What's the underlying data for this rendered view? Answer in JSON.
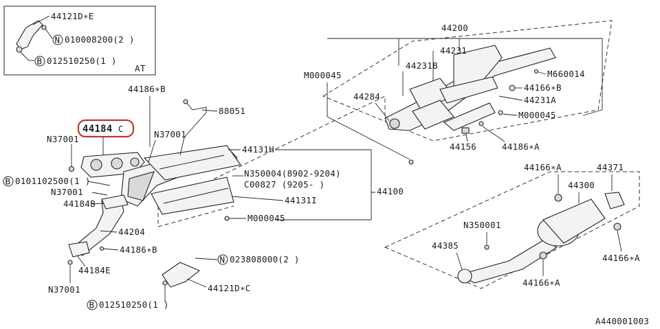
{
  "inset": {
    "labels": {
      "part_44121de": "44121D∗E",
      "nut_n010008200": "010008200(2 )",
      "bolt_b012510250": "012510250(1 )",
      "at_note": "AT"
    }
  },
  "labels": {
    "l44186b_top": "44186∗B",
    "l88051": "88051",
    "l44184c": "44184",
    "l44184c_suffix": "C",
    "l37001_left": "N37001",
    "l37001_mid": "N37001",
    "l44131h": "44131H",
    "l350004": "N350004(8902-9204)",
    "lc00827": "C00827 (9205-      )",
    "l44100": "44100",
    "l44131i": "44131I",
    "lm000045_low": "M000045",
    "lb0101102": "0101102500(1 )",
    "l37001_b": "N37001",
    "l44184b": "44184B",
    "l44204": "44204",
    "l44186b_low": "44186∗B",
    "l44184e": "44184E",
    "l37001_c": "N37001",
    "ln0238": "023808000(2 )",
    "l44121dc": "44121D∗C",
    "lb0125_low": "012510250(1 )",
    "l44200": "44200",
    "l44231": "44231",
    "l44231b": "44231B",
    "lm000045_top": "M000045",
    "l44284": "44284",
    "lm660014": "M660014",
    "l44166b": "44166∗B",
    "l44231a": "44231A",
    "lm000045_r": "M000045",
    "l44156": "44156",
    "l44186a": "44186∗A",
    "l44166a_top": "44166∗A",
    "l44371": "44371",
    "l44300": "44300",
    "ln350001": "N350001",
    "l44385": "44385",
    "l44166a_r": "44166∗A",
    "l44166a_low": "44166∗A",
    "ref_code": "A440001003"
  },
  "glyphs": {
    "nut": "N",
    "bolt": "B"
  },
  "colors": {
    "line": "#222222",
    "highlight": "#c0392b",
    "part_fill": "#f3f3f3",
    "part_shade": "#d9d9d9"
  }
}
